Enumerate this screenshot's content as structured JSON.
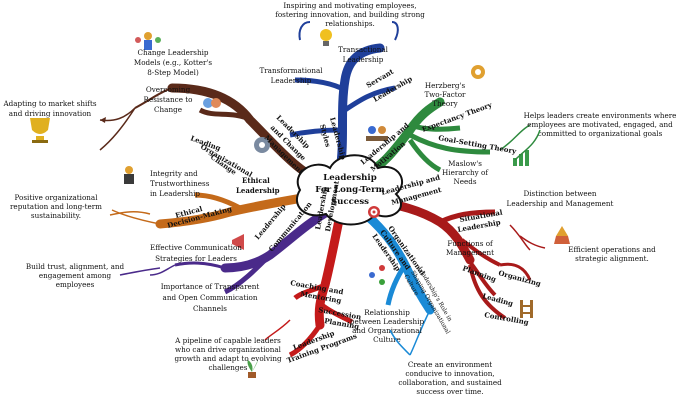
{
  "central_topic": [
    "Leadership",
    "For Long-Term",
    "Success"
  ],
  "branches": {
    "change": {
      "label": [
        "Leading",
        "Organizational",
        "Change"
      ],
      "color": "#5a2a1a",
      "models": [
        "Change Leadership",
        "Models (e.g., Kotter's",
        "8-Step Model)"
      ],
      "resistance": [
        "Overcoming",
        "Resistance to",
        "Change"
      ],
      "note": [
        "Adapting to market shifts",
        "and driving innovation"
      ]
    },
    "styles": {
      "label": [
        "Leadership",
        "Styles"
      ],
      "color": "#1f3f9a",
      "transactional": [
        "Transactional",
        "Leadership"
      ],
      "transformational": [
        "Transformational",
        "Leadership"
      ],
      "servant": [
        "Servant",
        "Leadership"
      ],
      "change_mgmt": [
        "Leadership",
        "and Change",
        "Management"
      ],
      "note": [
        "Inspiring and motivating employees,",
        "fostering innovation, and building strong",
        "relationships."
      ]
    },
    "motivation": {
      "label": [
        "Leadership and",
        "Motivation"
      ],
      "color": "#2e8a3e",
      "herzberg": [
        "Herzberg's",
        "Two-Factor",
        "Theory"
      ],
      "expectancy": "Expectancy Theory",
      "goal_setting": "Goal-Setting Theory",
      "maslow": [
        "Maslow's",
        "Hierarchy of",
        "Needs"
      ],
      "note": [
        "Helps leaders create environments where",
        "employees are motivated, engaged, and",
        "committed to organizational goals"
      ]
    },
    "ethical": {
      "label": [
        "Ethical",
        "Leadership"
      ],
      "color": "#c46a1a",
      "integrity": [
        "Integrity and",
        "Trustworthiness",
        "in Leadership"
      ],
      "decision": [
        "Ethical",
        "Decision-Making"
      ],
      "note": [
        "Positive organizational",
        "reputation and long-term",
        "sustainability."
      ]
    },
    "communication": {
      "label": [
        "Leadership",
        "Communication"
      ],
      "color": "#4a2a8a",
      "strategies": [
        "Effective Communication",
        "Strategies for Leaders"
      ],
      "transparent": [
        "Importance of Transparent",
        "and Open Communication",
        "Channels"
      ],
      "note": [
        "Build trust, alignment, and",
        "engagement among",
        "employees"
      ]
    },
    "development": {
      "label": [
        "Leadership",
        "Development"
      ],
      "color": "#c41a1a",
      "coaching": [
        "Coaching and",
        "Mentoring"
      ],
      "succession": [
        "Succession",
        "Planning"
      ],
      "training": [
        "Leadership",
        "Training Programs"
      ],
      "note": [
        "A pipeline of capable leaders",
        "who can drive organizational",
        "growth and adapt to evolving",
        "challenges"
      ]
    },
    "culture": {
      "label": [
        "Organizational",
        "Culture and",
        "Leadership"
      ],
      "color": "#1a8ad6",
      "role": [
        "Leadership's Role in",
        "Shaping Organizational",
        "Culture"
      ],
      "relationship": [
        "Relationship",
        "between Leadership",
        "and Organizational",
        "Culture"
      ],
      "note": [
        "Create an environment",
        "conducive to innovation,",
        "collaboration, and sustained",
        "success over time."
      ]
    },
    "management": {
      "label": [
        "Leadership and",
        "Management"
      ],
      "color": "#a81a1a",
      "distinction": [
        "Distinction between",
        "Leadership and Management"
      ],
      "situational": [
        "Situational",
        "Leadership"
      ],
      "functions": [
        "Functions of",
        "Management"
      ],
      "planning": "Planning",
      "organizing": "Organizing",
      "leading": "Leading",
      "controlling": "Controlling",
      "note": [
        "Efficient operations and",
        "strategic alignment."
      ]
    }
  },
  "icons": [
    "team-icon",
    "trophy-icon",
    "lightbulb-icon",
    "handshake-icon",
    "gears-icon",
    "chart-icon",
    "megaphone-icon",
    "target-icon",
    "plant-icon",
    "network-icon",
    "compass-icon",
    "ladder-icon",
    "meeting-icon",
    "scales-icon",
    "pyramid-icon"
  ]
}
